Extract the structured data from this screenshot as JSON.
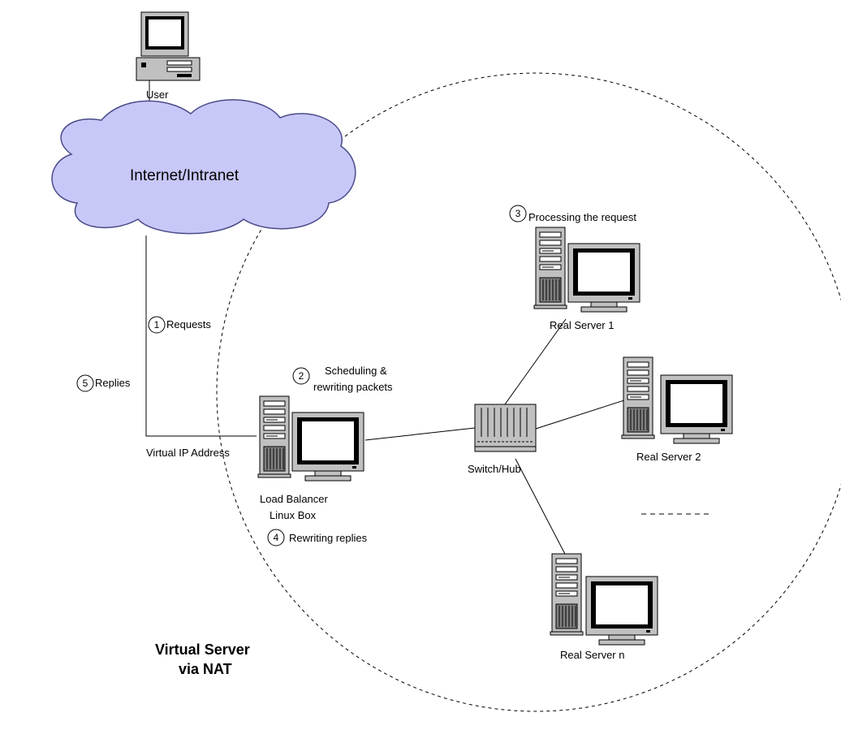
{
  "colors": {
    "cloud_fill": "#c8c8f8",
    "cloud_stroke": "#4a4a8a",
    "line": "#000000",
    "device_gray": "#c0c0c0",
    "screen_white": "#ffffff",
    "background": "#ffffff"
  },
  "cloud": {
    "label": "Internet/Intranet"
  },
  "user": {
    "label": "User"
  },
  "steps": {
    "s1": {
      "num": "1",
      "text": "Requests"
    },
    "s2": {
      "num": "2",
      "text_line1": "Scheduling &",
      "text_line2": "rewriting packets"
    },
    "s3": {
      "num": "3",
      "text": "Processing the request"
    },
    "s4": {
      "num": "4",
      "text": "Rewriting replies"
    },
    "s5": {
      "num": "5",
      "text": "Replies"
    }
  },
  "virtual_ip": {
    "label": "Virtual IP Address"
  },
  "load_balancer": {
    "label_line1": "Load Balancer",
    "label_line2": "Linux Box"
  },
  "switch": {
    "label": "Switch/Hub"
  },
  "servers": [
    {
      "label": "Real Server 1"
    },
    {
      "label": "Real Server 2"
    },
    {
      "label": "Real Server n"
    }
  ],
  "title": {
    "line1": "Virtual Server",
    "line2": "via NAT"
  },
  "icons": {
    "desktop": "desktop-computer-icon",
    "server": "server-tower-icon",
    "switch": "network-switch-icon",
    "cloud": "cloud-icon"
  }
}
